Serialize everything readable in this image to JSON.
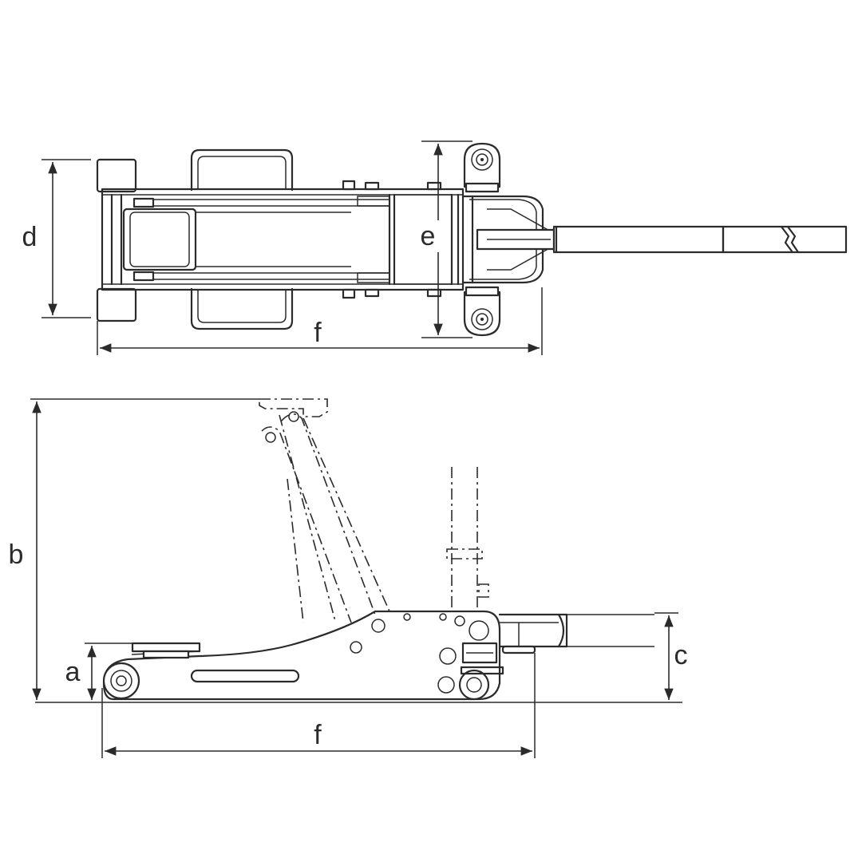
{
  "colors": {
    "line": "#2b2b2b",
    "background": "#ffffff"
  },
  "labels": {
    "a": "a",
    "b": "b",
    "c": "c",
    "d": "d",
    "e": "e",
    "f_top": "f",
    "f_side": "f"
  }
}
